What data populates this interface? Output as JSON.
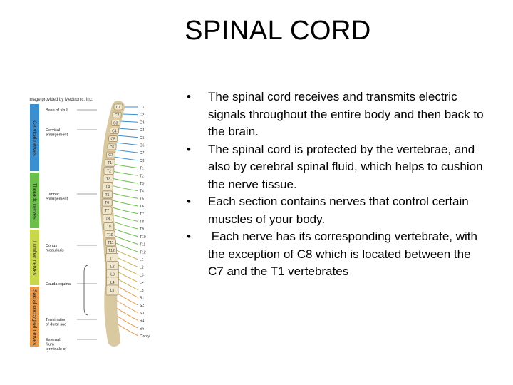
{
  "slide": {
    "title": "SPINAL CORD",
    "bullet_char": "•",
    "bullets": [
      "The spinal cord receives and transmits electric signals throughout the entire body and then back to the brain.",
      "The spinal cord is protected by the vertebrae, and also by cerebral spinal fluid, which helps to cushion the nerve tissue.",
      "Each section contains nerves that control certain muscles of your body.",
      " Each nerve has its corresponding vertebrate, with the exception of C8 which is located between the C7 and the T1 vertebrates"
    ]
  },
  "figure": {
    "credit": "Image provided by Medtronic, Inc.",
    "regions": [
      {
        "name": "Cervical nerves",
        "color": "#3a8fd0"
      },
      {
        "name": "Thoracic nerves",
        "color": "#6cc04a"
      },
      {
        "name": "Lumbar nerves",
        "color": "#c9d84a"
      },
      {
        "name": "Sacral coccygeal nerves",
        "color": "#e89a4a"
      }
    ],
    "callouts": [
      "Base of skull",
      "Cervical enlargement",
      "Lumbar enlargement",
      "Conus medullaris",
      "Cauda equina",
      "Termination of dural sac",
      "External filum terminale of dura mater"
    ],
    "vertebrae": [
      "C1",
      "C2",
      "C3",
      "C4",
      "C5",
      "C6",
      "C7",
      "T1",
      "T2",
      "T3",
      "T4",
      "T5",
      "T6",
      "T7",
      "T8",
      "T9",
      "T10",
      "T11",
      "T12",
      "L1",
      "L2",
      "L3",
      "L4",
      "L5"
    ],
    "nerves": [
      "C1",
      "C2",
      "C3",
      "C4",
      "C5",
      "C6",
      "C7",
      "C8",
      "T1",
      "T2",
      "T3",
      "T4",
      "T5",
      "T6",
      "T7",
      "T8",
      "T9",
      "T10",
      "T11",
      "T12",
      "L1",
      "L2",
      "L3",
      "L4",
      "L5",
      "S1",
      "S2",
      "S3",
      "S4",
      "S5",
      "Coccygeal nerve"
    ]
  }
}
